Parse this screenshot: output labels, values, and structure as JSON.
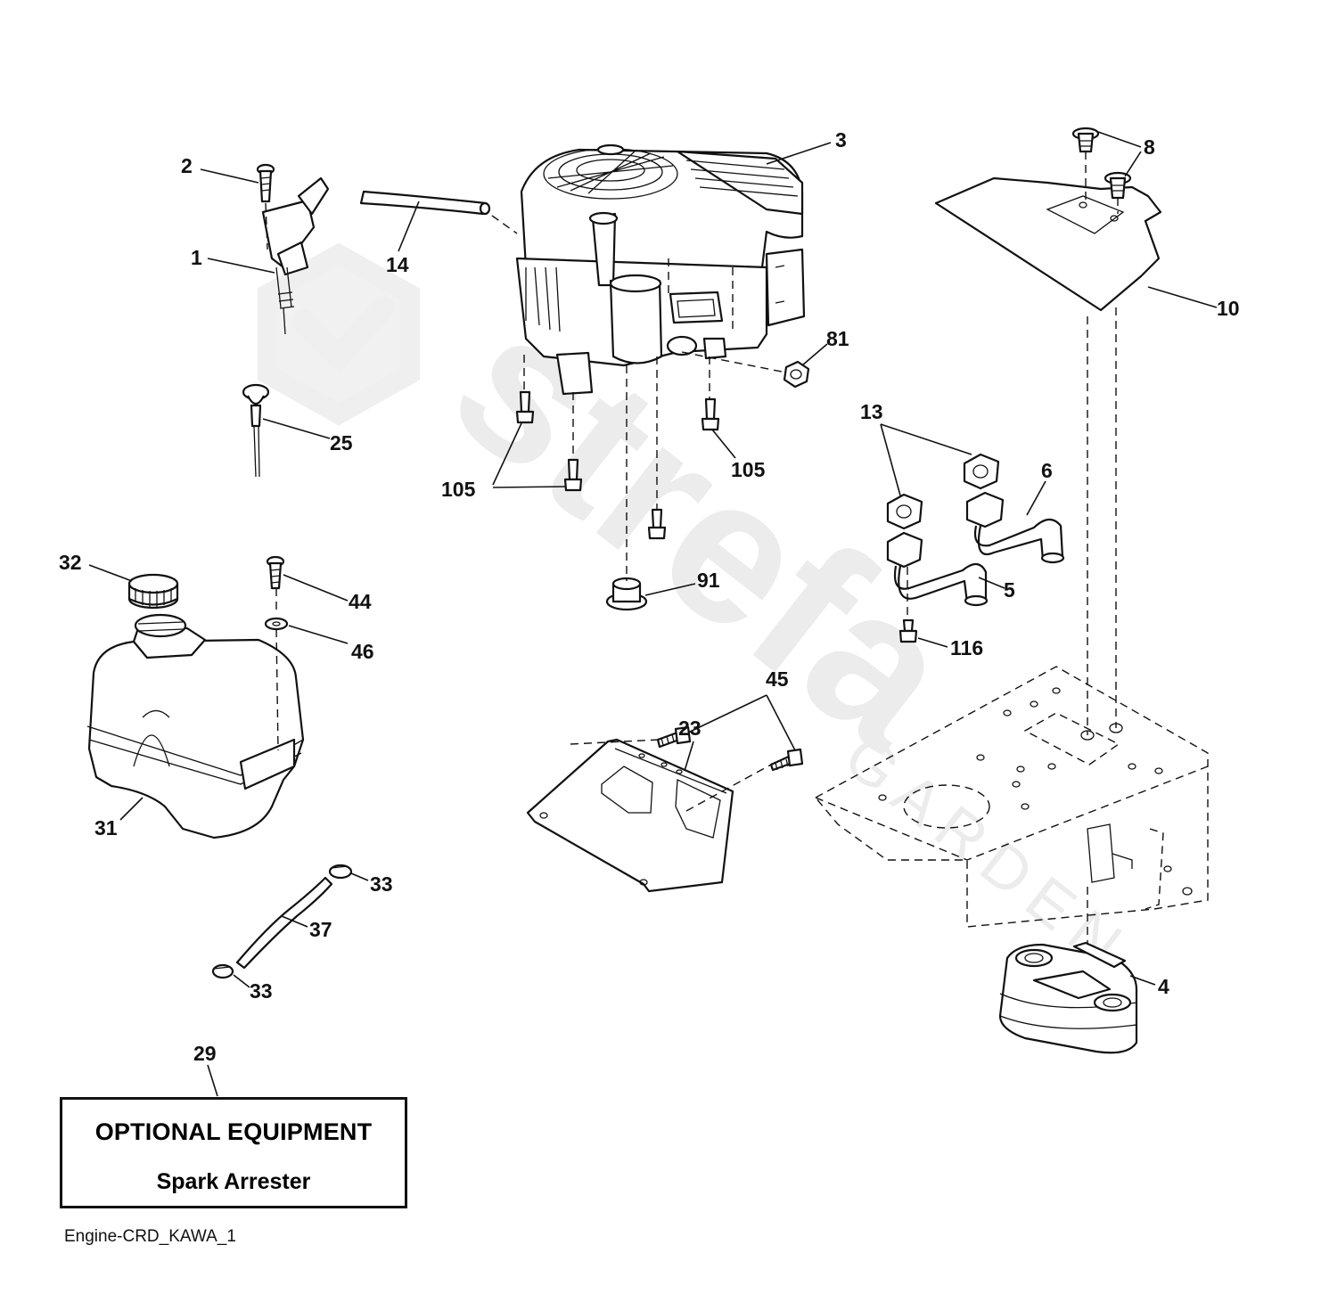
{
  "callouts": [
    {
      "id": "1",
      "text": "1"
    },
    {
      "id": "2",
      "text": "2"
    },
    {
      "id": "3",
      "text": "3"
    },
    {
      "id": "4",
      "text": "4"
    },
    {
      "id": "5",
      "text": "5"
    },
    {
      "id": "6",
      "text": "6"
    },
    {
      "id": "8",
      "text": "8"
    },
    {
      "id": "10",
      "text": "10"
    },
    {
      "id": "13",
      "text": "13"
    },
    {
      "id": "14",
      "text": "14"
    },
    {
      "id": "23",
      "text": "23"
    },
    {
      "id": "25",
      "text": "25"
    },
    {
      "id": "29",
      "text": "29"
    },
    {
      "id": "31",
      "text": "31"
    },
    {
      "id": "32",
      "text": "32"
    },
    {
      "id": "33a",
      "text": "33"
    },
    {
      "id": "33b",
      "text": "33"
    },
    {
      "id": "37",
      "text": "37"
    },
    {
      "id": "44",
      "text": "44"
    },
    {
      "id": "45",
      "text": "45"
    },
    {
      "id": "46",
      "text": "46"
    },
    {
      "id": "81",
      "text": "81"
    },
    {
      "id": "91",
      "text": "91"
    },
    {
      "id": "105a",
      "text": "105"
    },
    {
      "id": "105b",
      "text": "105"
    },
    {
      "id": "116",
      "text": "116"
    }
  ],
  "optional_box": {
    "title": "OPTIONAL EQUIPMENT",
    "subtitle": "Spark Arrester"
  },
  "footer": {
    "diagram_id": "Engine-CRD_KAWA_1"
  },
  "watermark": {
    "brand": "strefa",
    "sub": "GARDEN"
  }
}
